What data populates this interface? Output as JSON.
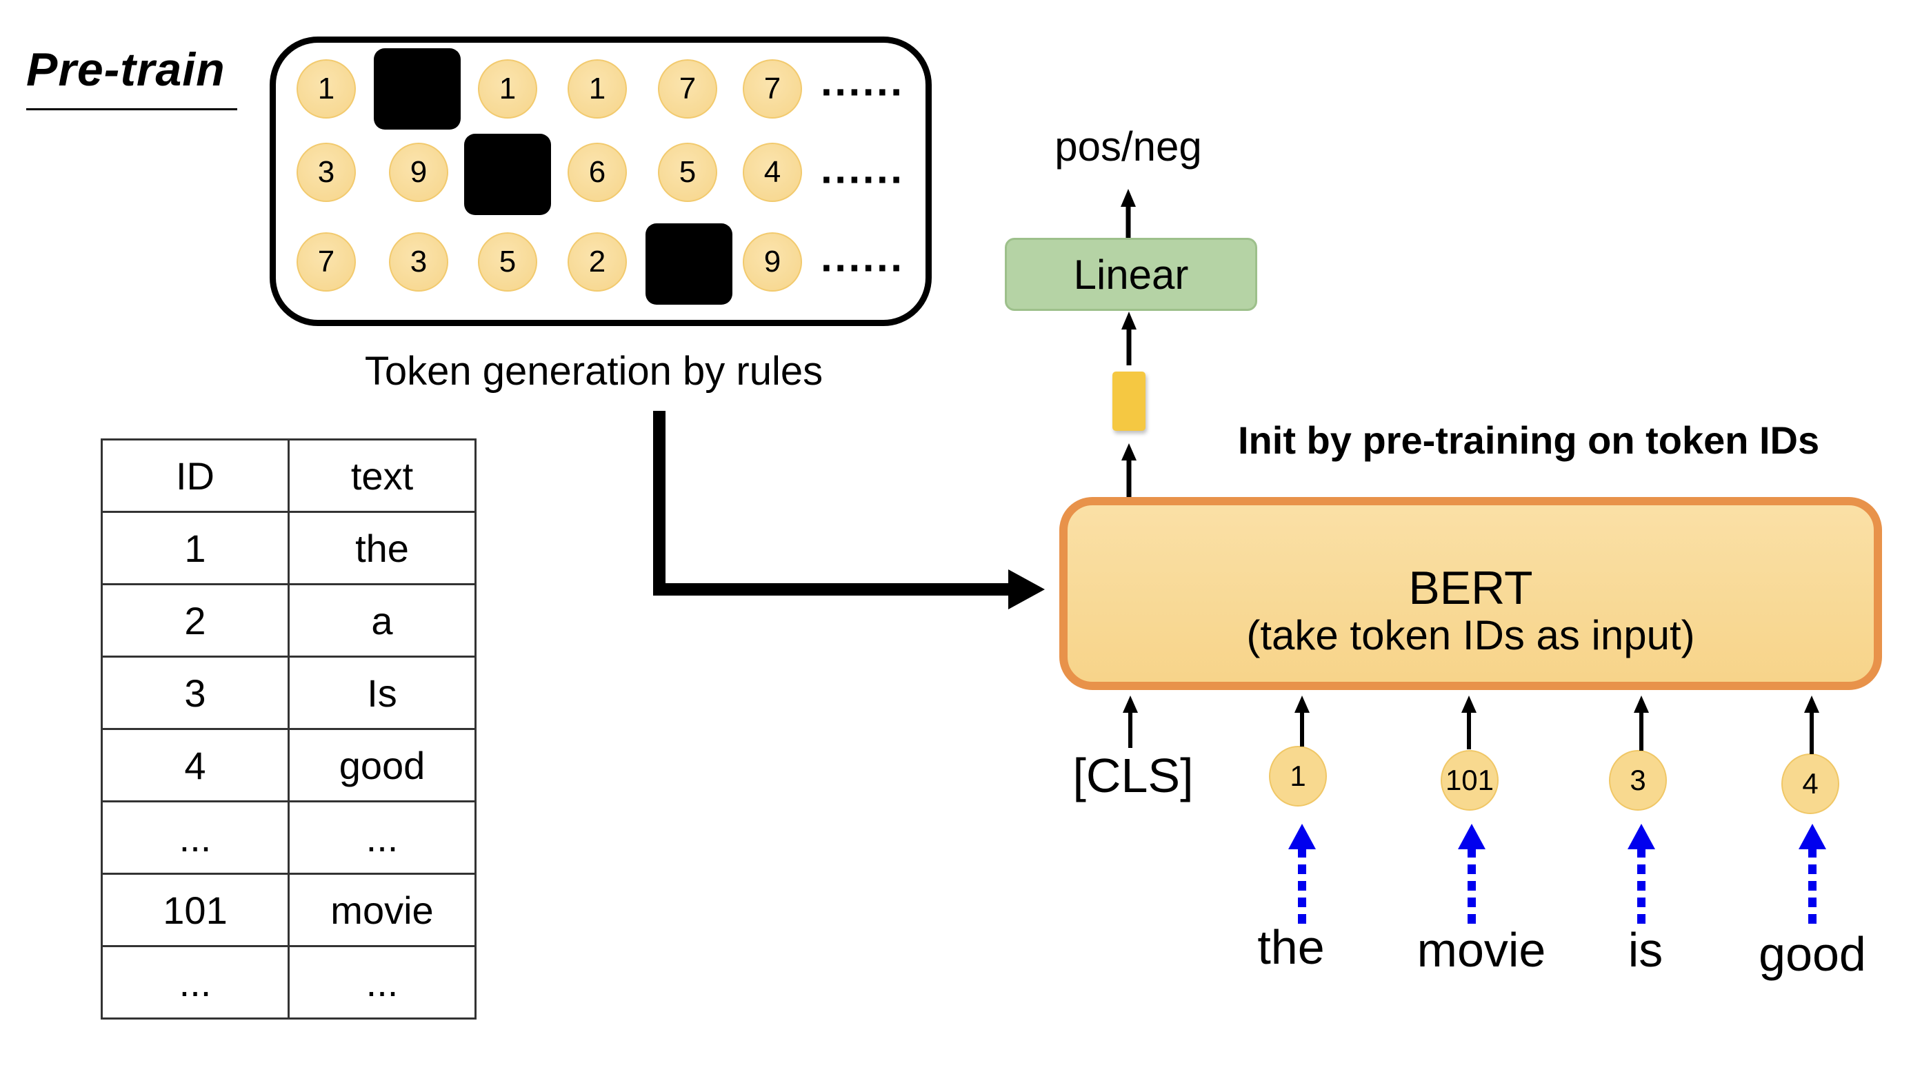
{
  "pretrain": {
    "title": "Pre-train",
    "token_rows": [
      [
        "1",
        "[MASK]",
        "1",
        "1",
        "7",
        "7"
      ],
      [
        "3",
        "9",
        "[MASK]",
        "6",
        "5",
        "4"
      ],
      [
        "7",
        "3",
        "5",
        "2",
        "[MASK]",
        "9"
      ]
    ],
    "ellipsis": "......",
    "caption": "Token generation by rules"
  },
  "vocab_table": {
    "headers": [
      "ID",
      "text"
    ],
    "rows": [
      [
        "1",
        "the"
      ],
      [
        "2",
        "a"
      ],
      [
        "3",
        "Is"
      ],
      [
        "4",
        "good"
      ],
      [
        "...",
        "..."
      ],
      [
        "101",
        "movie"
      ],
      [
        "...",
        "..."
      ]
    ]
  },
  "model": {
    "output_label": "pos/neg",
    "linear_label": "Linear",
    "init_label": "Init by pre-training on token IDs",
    "bert_title": "BERT",
    "bert_subtitle": "(take token IDs as input)",
    "cls_label": "[CLS]",
    "inputs": [
      {
        "id": "1",
        "word": "the"
      },
      {
        "id": "101",
        "word": "movie"
      },
      {
        "id": "3",
        "word": "is"
      },
      {
        "id": "4",
        "word": "good"
      }
    ]
  },
  "colors": {
    "token_fill": "#f8d98f",
    "bert_border": "#e8924a",
    "bert_fill": "#f9dca0",
    "linear_fill": "#b5d3a5",
    "feature_fill": "#f5c842",
    "lookup_arrow": "#0000ee"
  }
}
